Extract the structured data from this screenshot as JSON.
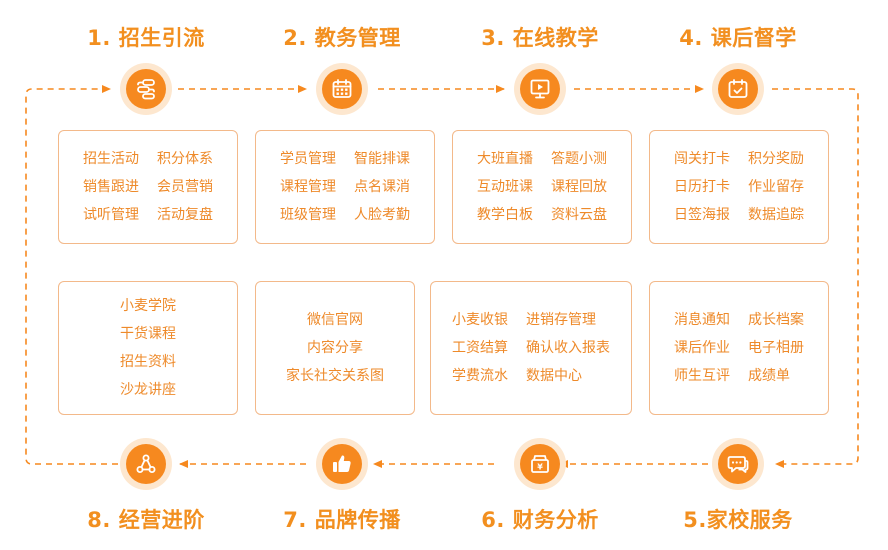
{
  "colors": {
    "accent": "#f6891f",
    "title": "#f28f1f",
    "halo": "#fde7cf",
    "border": "#f3b98a",
    "text": "#ee8a2a"
  },
  "steps": [
    {
      "title": "1. 招生引流",
      "icon": "funnel-flow-icon"
    },
    {
      "title": "2. 教务管理",
      "icon": "calendar-icon"
    },
    {
      "title": "3. 在线教学",
      "icon": "video-screen-icon"
    },
    {
      "title": "4. 课后督学",
      "icon": "calendar-check-icon"
    },
    {
      "title": "5.家校服务",
      "icon": "chat-bubble-icon"
    },
    {
      "title": "6. 财务分析",
      "icon": "cash-box-icon"
    },
    {
      "title": "7. 品牌传播",
      "icon": "thumbs-up-icon"
    },
    {
      "title": "8. 经营进阶",
      "icon": "share-nodes-icon"
    }
  ],
  "top_boxes": [
    {
      "items": [
        "招生活动",
        "积分体系",
        "销售跟进",
        "会员营销",
        "试听管理",
        "活动复盘"
      ]
    },
    {
      "items": [
        "学员管理",
        "智能排课",
        "课程管理",
        "点名课消",
        "班级管理",
        "人脸考勤"
      ]
    },
    {
      "items": [
        "大班直播",
        "答题小测",
        "互动班课",
        "课程回放",
        "教学白板",
        "资料云盘"
      ]
    },
    {
      "items": [
        "闯关打卡",
        "积分奖励",
        "日历打卡",
        "作业留存",
        "日签海报",
        "数据追踪"
      ]
    }
  ],
  "bottom_boxes": [
    {
      "items": [
        "小麦学院",
        "干货课程",
        "招生资料",
        "沙龙讲座"
      ]
    },
    {
      "items": [
        "微信官网",
        "内容分享",
        "家长社交关系图"
      ]
    },
    {
      "items": [
        "小麦收银",
        "进销存管理",
        "工资结算",
        "确认收入报表",
        "学费流水",
        "数据中心"
      ]
    },
    {
      "items": [
        "消息通知",
        "成长档案",
        "课后作业",
        "电子相册",
        "师生互评",
        "成绩单"
      ]
    }
  ]
}
